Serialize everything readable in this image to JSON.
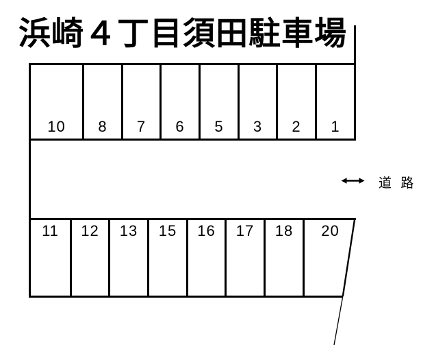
{
  "title": "浜崎４丁目須田駐車場",
  "road": {
    "label": "道 路"
  },
  "lot": {
    "top_row": {
      "spaces": [
        "10",
        "8",
        "7",
        "6",
        "5",
        "3",
        "2",
        "1"
      ]
    },
    "bottom_row": {
      "spaces": [
        "11",
        "12",
        "13",
        "15",
        "16",
        "17",
        "18",
        "20"
      ]
    }
  },
  "colors": {
    "line": "#000000",
    "background": "#ffffff",
    "text": "#000000"
  }
}
